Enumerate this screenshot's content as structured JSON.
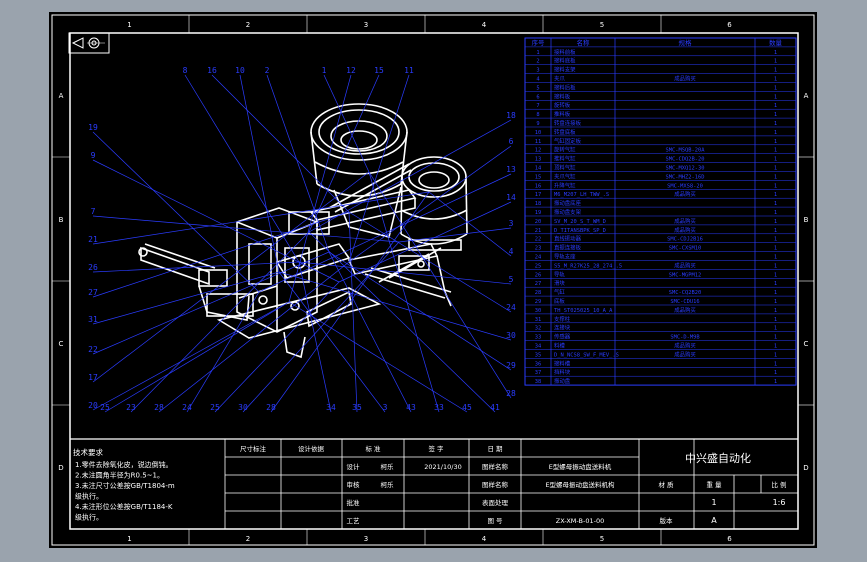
{
  "zone_cols": [
    "1",
    "2",
    "3",
    "4",
    "5",
    "6"
  ],
  "zone_rows": [
    "A",
    "B",
    "C",
    "D"
  ],
  "balloons_top": [
    "8",
    "16",
    "10",
    "2",
    "1",
    "12",
    "15",
    "11"
  ],
  "balloons_left": [
    "19",
    "9",
    "7",
    "21",
    "26",
    "27",
    "31",
    "22",
    "17",
    "20"
  ],
  "balloons_right": [
    "18",
    "6",
    "13",
    "14",
    "3",
    "4",
    "5",
    "24",
    "30",
    "29",
    "28"
  ],
  "balloons_bottom": [
    "25",
    "23",
    "28",
    "24",
    "25",
    "30",
    "28",
    "34",
    "35",
    "3",
    "43",
    "33",
    "45",
    "41"
  ],
  "bom": {
    "headers": [
      "序号",
      "名称",
      "规格",
      "数量"
    ],
    "rows": [
      [
        "1",
        "接料前板",
        "",
        "1"
      ],
      [
        "2",
        "接料底板",
        "",
        "1"
      ],
      [
        "3",
        "接料支架",
        "",
        "1"
      ],
      [
        "4",
        "夹爪",
        "成品购买",
        "1"
      ],
      [
        "5",
        "接料后板",
        "",
        "1"
      ],
      [
        "6",
        "接料板",
        "",
        "1"
      ],
      [
        "7",
        "旋转板",
        "",
        "1"
      ],
      [
        "8",
        "推料板",
        "",
        "1"
      ],
      [
        "9",
        "转盘连接板",
        "",
        "1"
      ],
      [
        "10",
        "转盘底板",
        "",
        "1"
      ],
      [
        "11",
        "气缸固定板",
        "",
        "1"
      ],
      [
        "12",
        "旋转气缸",
        "SMC-MSQB-20A",
        "1"
      ],
      [
        "13",
        "推料气缸",
        "SMC-CDQ2B-20",
        "1"
      ],
      [
        "14",
        "顶料气缸",
        "SMC-MXQ12-30",
        "1"
      ],
      [
        "15",
        "夹爪气缸",
        "SMC-MHZ2-16D",
        "1"
      ],
      [
        "16",
        "升降气缸",
        "SMC-MXS8-20",
        "1"
      ],
      [
        "17",
        "M6_M207_LH_TWW_.S",
        "成品购买",
        "1"
      ],
      [
        "18",
        "振动盘底座",
        "",
        "1"
      ],
      [
        "19",
        "振动盘支架",
        "",
        "1"
      ],
      [
        "20",
        "SV_M_20_S_T_WM_D",
        "成品购买",
        "1"
      ],
      [
        "21",
        "D_TITANSBPK_SP_D",
        "成品购买",
        "1"
      ],
      [
        "22",
        "直线振动器",
        "SMC-CDJ2B16",
        "1"
      ],
      [
        "23",
        "直振连接板",
        "SMC-CXSM10",
        "1"
      ],
      [
        "24",
        "导轨支座",
        "",
        "1"
      ],
      [
        "25",
        "S5_M_R27K25_28_274_.5",
        "成品购买",
        "1"
      ],
      [
        "26",
        "导轨",
        "SMC-MGPM12",
        "1"
      ],
      [
        "27",
        "滑块",
        "",
        "1"
      ],
      [
        "28",
        "气缸",
        "SMC-CQ2B20",
        "1"
      ],
      [
        "29",
        "底板",
        "SMC-CDU16",
        "1"
      ],
      [
        "30",
        "TH_ST025025_10_A_A",
        "成品购买",
        "1"
      ],
      [
        "31",
        "支撑柱",
        "",
        "1"
      ],
      [
        "32",
        "连接块",
        "",
        "1"
      ],
      [
        "33",
        "传感器",
        "SMC-D-M9B",
        "1"
      ],
      [
        "34",
        "料槽",
        "成品购买",
        "1"
      ],
      [
        "35",
        "D_N_NCS8_SW_F_MEV_.S",
        "成品购买",
        "1"
      ],
      [
        "36",
        "接料槽",
        "",
        "1"
      ],
      [
        "37",
        "挡料块",
        "",
        "1"
      ],
      [
        "38",
        "振动盘",
        "",
        "1"
      ]
    ]
  },
  "notes": {
    "title": "技术要求",
    "lines": [
      "1.零件去除氧化皮，锐边倒钝。",
      "2.未注圆角半径为R0.5~1。",
      "3.未注尺寸公差按GB/T1804-m",
      "  级执行。",
      "4.未注形位公差按GB/T1184-K",
      "  级执行。"
    ]
  },
  "title_block": {
    "col_headers": [
      "尺寸标注",
      "设计依据",
      "标 准",
      "签  字",
      "日  期"
    ],
    "design_label": "设计",
    "designer": "柯乐",
    "design_date": "2021/10/30",
    "check_label": "审核",
    "checker": "柯乐",
    "approve_label": "批准",
    "process_label": "工艺",
    "part_name_label": "图样名称",
    "part_name": "E型螺母振动盘送料机",
    "assembly_label": "图样名称",
    "assembly_name": "E型螺母振动盘送料机构",
    "surface_label": "表面处理",
    "drawing_no_label": "图 号",
    "drawing_no": "ZX-XM-B-01-00",
    "version_label": "版本",
    "version": "A",
    "company": "中兴盛自动化",
    "material_label": "材 质",
    "weight_label": "重 量",
    "scale_label": "比 例",
    "quantity": "1",
    "scale": "1:6"
  }
}
